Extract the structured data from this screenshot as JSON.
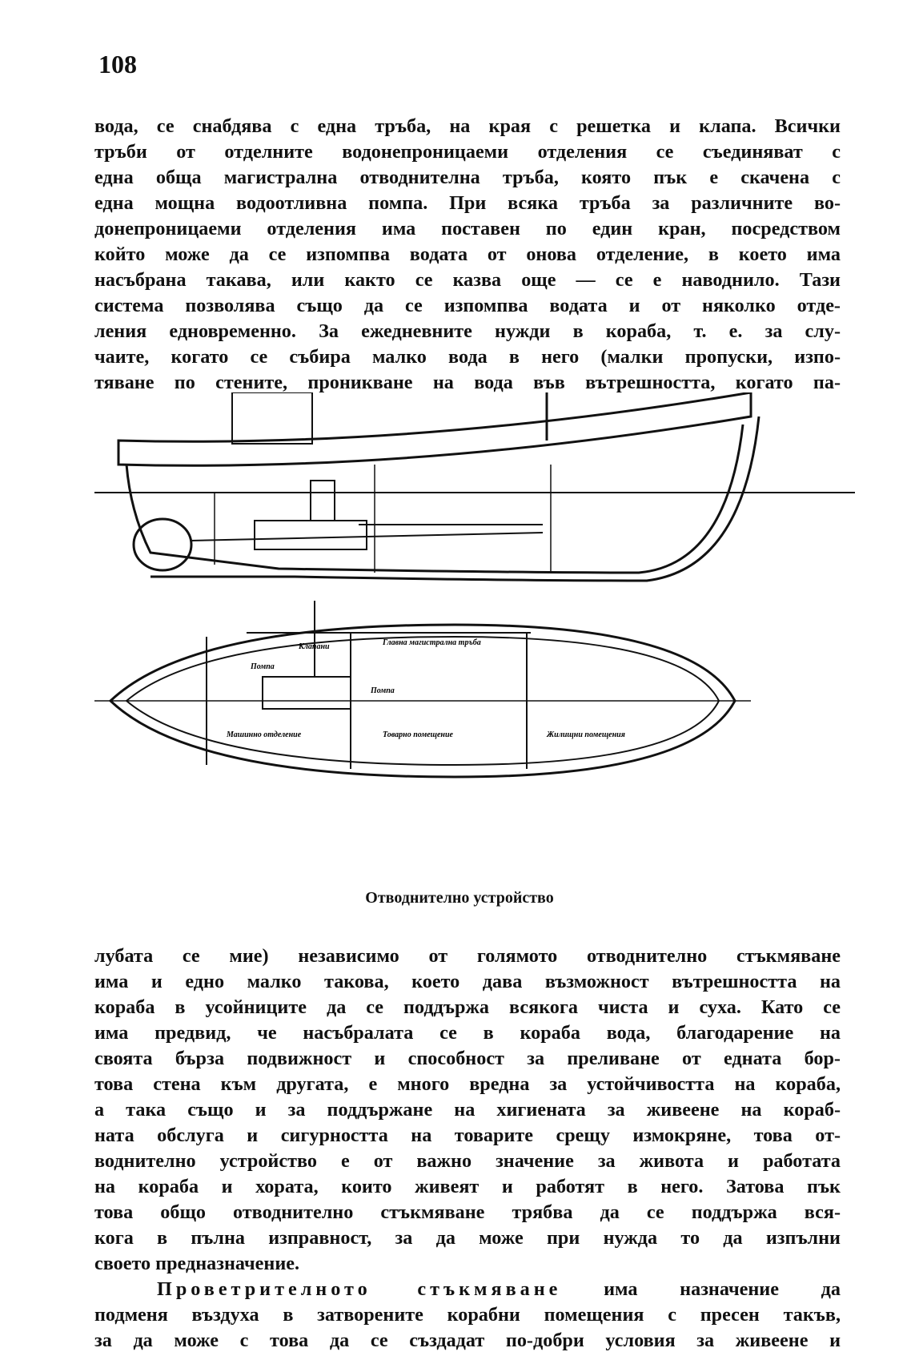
{
  "page": {
    "number": "108"
  },
  "paragraph1_lines": [
    "вода, се снабдява с една тръба, на края с решетка и клапа. Всички",
    "тръби от отделните водонепроницаеми отделения се съединяват с",
    "една обща магистрална отводнителна тръба, която пък е скачена с",
    "една мощна водоотливна помпа. При всяка тръба за различните во-",
    "донепроницаеми отделения има поставен по един кран, посредством",
    "който може да се изпомпва водата от онова отделение, в което има",
    "насъбрана такава, или както се казва още — се е наводнило. Тази",
    "система позволява също да се изпомпва водата и от няколко отде-",
    "ления едновременно. За ежедневните нужди в кораба, т. е. за слу-",
    "чаите, когато се събира малко вода в него (малки пропуски, изпо-",
    "тяване по стените, проникване на вода във вътрешността, когато па-"
  ],
  "figure": {
    "caption": "Отводнително устройство",
    "labels": {
      "main_pipe": "Главна магистрална тръба",
      "pump_left": "Помпа",
      "pump_right": "Помпа",
      "valves": "Клапани",
      "engine_room": "Машинно отделение",
      "cargo_hold": "Товарно помещение",
      "living_quarters": "Жилищни помещения"
    }
  },
  "paragraph2_lines": [
    "лубата се мие) независимо от голямото отводнително стъкмяване",
    "има и едно малко такова, което дава възможност вътрешността на",
    "кораба в усойниците да се поддържа всякога чиста и суха. Като се",
    "има предвид, че насъбралата се в кораба вода, благодарение на",
    "своята бърза подвижност и способност за преливане от едната бор-",
    "това стена към другата, е много вредна за устойчивостта на кораба,",
    "а така също и за поддържане на хигиената за живеене на кораб-",
    "ната обслуга и сигурността на товарите срещу измокряне, това от-",
    "воднително устройство е от важно значение за живота и работата",
    "на кораба и хората, които живеят и работят в него. Затова пък",
    "това общо отводнително стъкмяване трябва да се поддържа вся-",
    "кога в пълна изправност, за да може при нужда то да изпълни",
    "своето предназначение."
  ],
  "paragraph3": {
    "term": "Проветрителното стъкмяване",
    "line1_rest": " има назначение да",
    "lines": [
      "подменя въздуха в затворените корабни помещения с пресен такъв,",
      "за да може с това да се създадат по-добри условия за живеене и"
    ]
  }
}
